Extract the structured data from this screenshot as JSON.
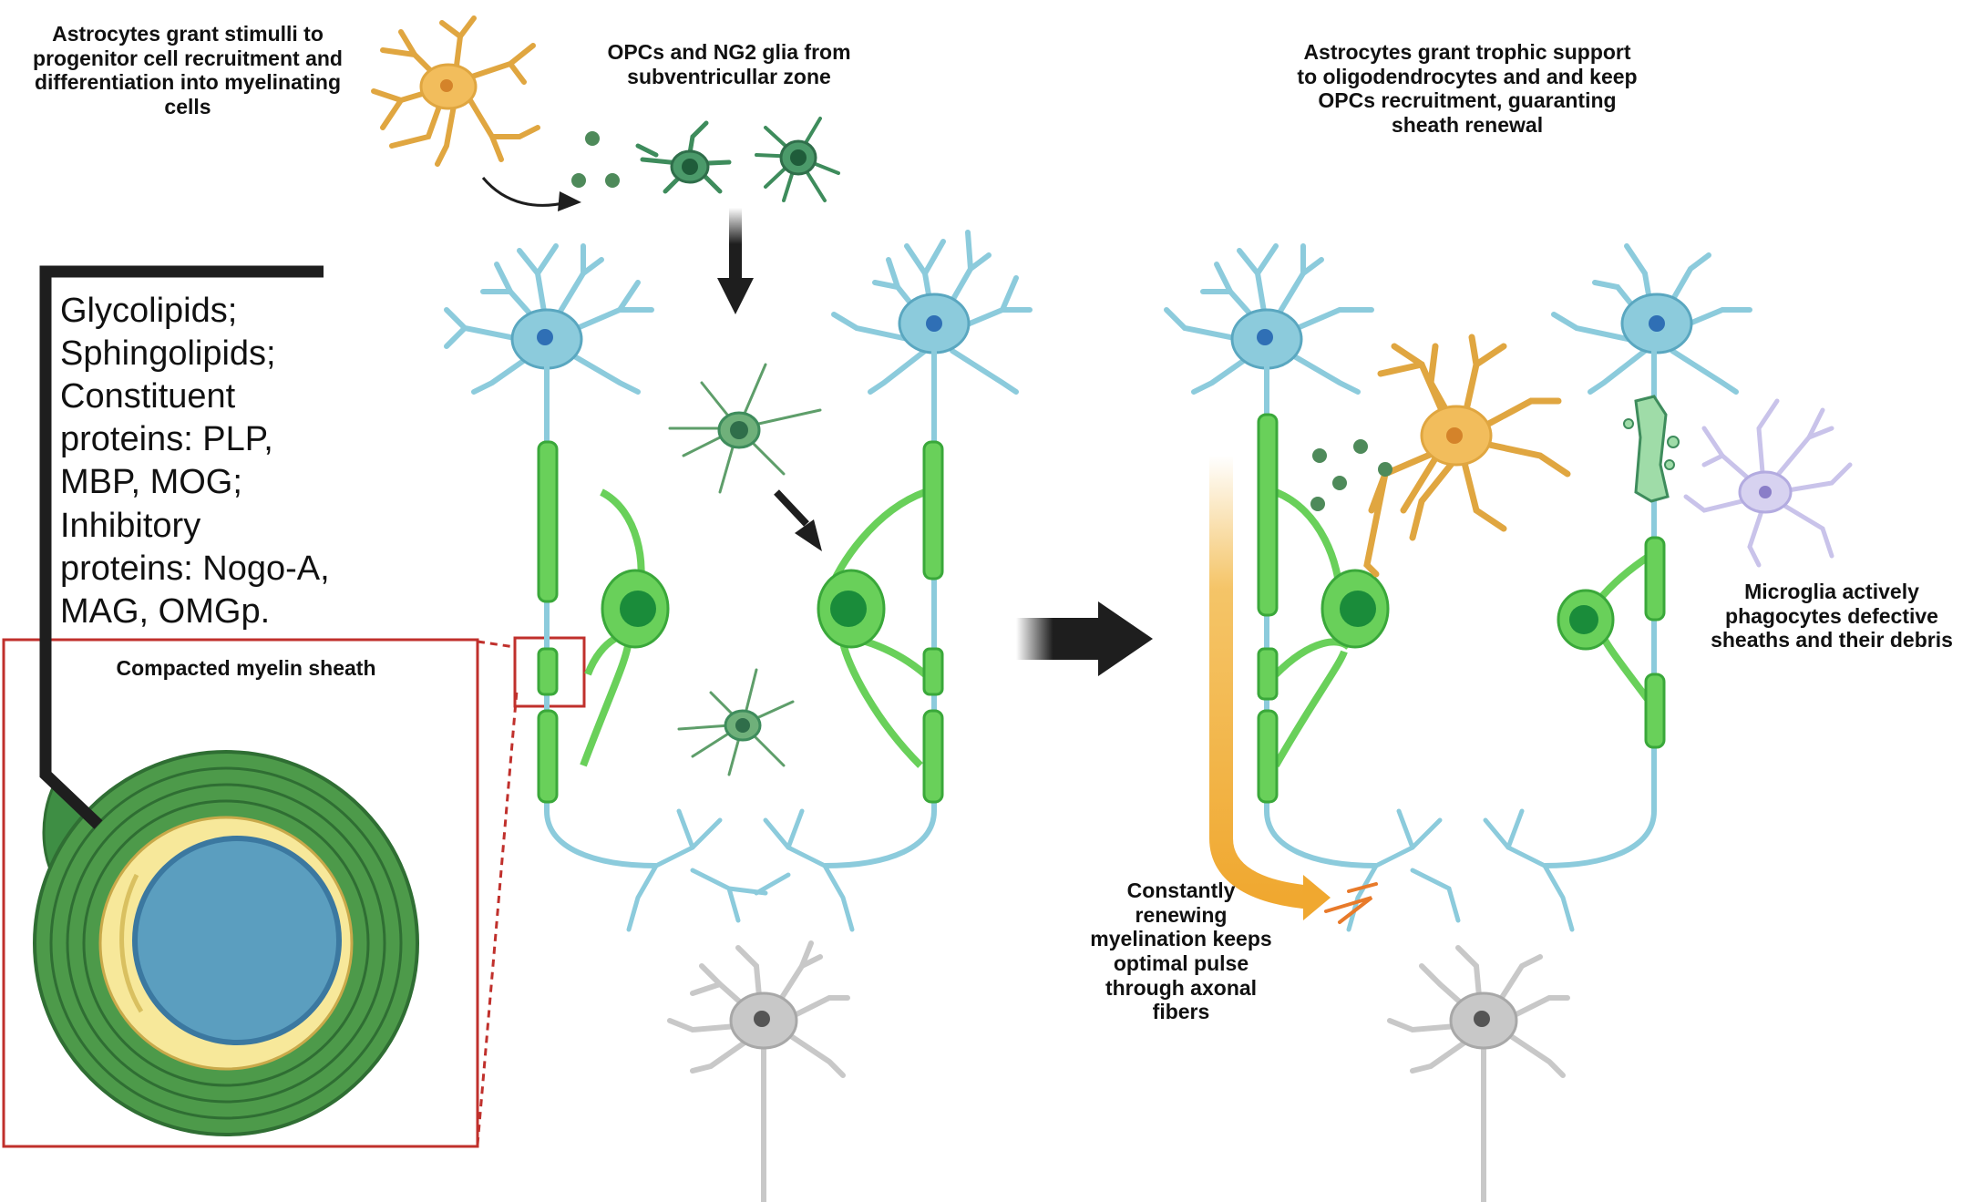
{
  "labels": {
    "astro_stimuli": "Astrocytes grant stimulli to progenitor cell recruitment and differentiation into myelinating cells",
    "opcs": "OPCs and NG2 glia from subventricullar zone",
    "astro_trophic": "Astrocytes grant trophic support to oligodendrocytes and and keep OPCs recruitment, guaranting sheath renewal",
    "microglia": "Microglia actively phagocytes defective sheaths and their debris",
    "renewing": "Constantly renewing myelination keeps optimal pulse through axonal fibers",
    "compacted": "Compacted myelin sheath"
  },
  "composition": [
    "Glycolipids;",
    "Sphingolipids;",
    "Constituent proteins: PLP, MBP, MOG;",
    "Inhibitory proteins: Nogo-A, MAG, OMGp."
  ],
  "colors": {
    "neuron_blue": "#8ccbdc",
    "neuron_blue_dark": "#5aa7c0",
    "nucleus_blue": "#2f6fb5",
    "astrocyte": "#f2bd5c",
    "astrocyte_dark": "#d9962a",
    "opc_green": "#3e8c5c",
    "myelin_green": "#69d05a",
    "myelin_green_dark": "#3aa83a",
    "oligo_nucleus": "#1a8c3a",
    "sheath_green": "#4d9a4a",
    "sheath_yellow": "#f7e89a",
    "axon_blue": "#5d9ebc",
    "microglia": "#c9c3ea",
    "gray_neuron": "#c8c8c8",
    "zoom_red": "#c0302c",
    "arrow_black": "#1e1e1e",
    "renew_arrow": "#f2b642"
  }
}
